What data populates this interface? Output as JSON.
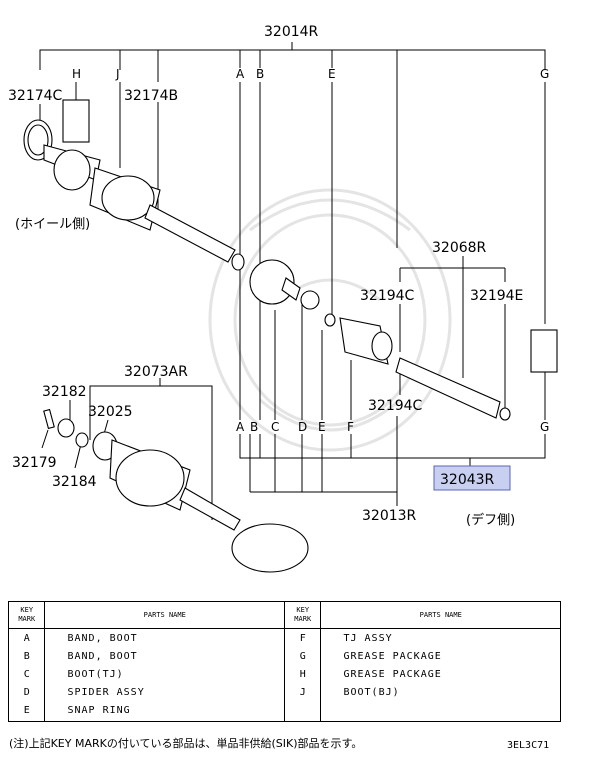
{
  "diagram": {
    "labels": {
      "top_assy": "32014R",
      "p32174C": "32174C",
      "p32174B": "32174B",
      "wheel_side": "(ホイール側)",
      "p32068R": "32068R",
      "p32194C_top": "32194C",
      "p32194E": "32194E",
      "p32194C_bottom": "32194C",
      "p32073AR": "32073AR",
      "p32182": "32182",
      "p32025": "32025",
      "p32179": "32179",
      "p32184": "32184",
      "p32043R": "32043R",
      "p32013R": "32013R",
      "diff_side": "(デフ側)"
    },
    "top_marks": [
      "A",
      "B",
      "E",
      "G",
      "H",
      "J"
    ],
    "bottom_marks": [
      "A",
      "B",
      "C",
      "D",
      "E",
      "F",
      "G"
    ],
    "highlight_color": "#c8cff0"
  },
  "table": {
    "header_mark": "KEY MARK",
    "header_name": "PARTS NAME",
    "rows": [
      {
        "mark1": "A",
        "name1": "BAND, BOOT",
        "mark2": "F",
        "name2": "TJ ASSY"
      },
      {
        "mark1": "B",
        "name1": "BAND, BOOT",
        "mark2": "G",
        "name2": "GREASE PACKAGE"
      },
      {
        "mark1": "C",
        "name1": "BOOT(TJ)",
        "mark2": "H",
        "name2": "GREASE PACKAGE"
      },
      {
        "mark1": "D",
        "name1": "SPIDER ASSY",
        "mark2": "J",
        "name2": "BOOT(BJ)"
      },
      {
        "mark1": "E",
        "name1": "SNAP RING",
        "mark2": "",
        "name2": ""
      }
    ]
  },
  "note": "(注)上記KEY MARKの付いている部品は、単品非供給(SIK)部品を示す。",
  "code": "3EL3C71"
}
